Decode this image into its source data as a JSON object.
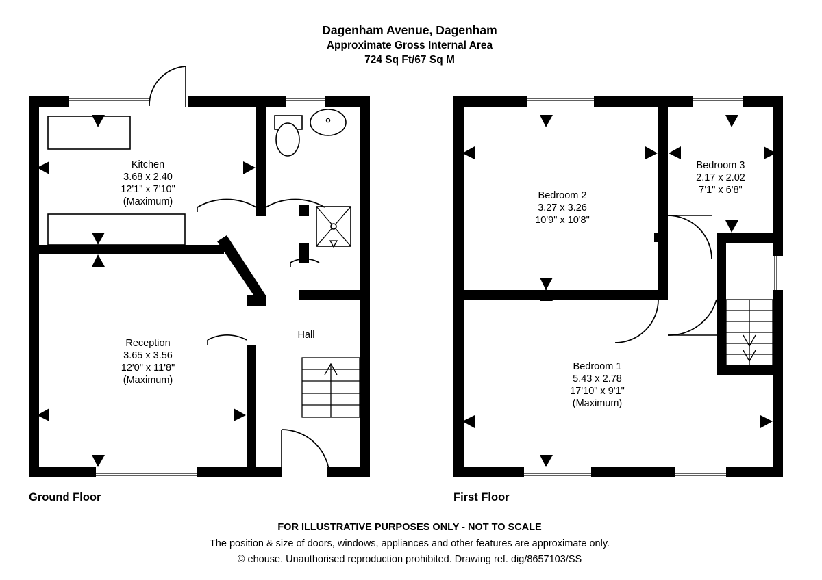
{
  "header": {
    "address": "Dagenham Avenue, Dagenham",
    "area_label": "Approximate Gross Internal Area",
    "area_value": "724 Sq Ft/67 Sq M"
  },
  "floors": [
    {
      "key": "ground",
      "label": "Ground Floor",
      "rooms": [
        {
          "name": "Kitchen",
          "metric": "3.68 x 2.40",
          "imperial": "12'1\" x 7'10\"",
          "note": "(Maximum)"
        },
        {
          "name": "Reception",
          "metric": "3.65 x 3.56",
          "imperial": "12'0\" x 11'8\"",
          "note": "(Maximum)"
        },
        {
          "name": "Hall",
          "metric": "",
          "imperial": "",
          "note": ""
        }
      ]
    },
    {
      "key": "first",
      "label": "First Floor",
      "rooms": [
        {
          "name": "Bedroom 2",
          "metric": "3.27 x 3.26",
          "imperial": "10'9\" x 10'8\"",
          "note": ""
        },
        {
          "name": "Bedroom 3",
          "metric": "2.17 x 2.02",
          "imperial": "7'1\" x 6'8\"",
          "note": ""
        },
        {
          "name": "Bedroom 1",
          "metric": "5.43 x 2.78",
          "imperial": "17'10\" x 9'1\"",
          "note": "(Maximum)"
        }
      ]
    }
  ],
  "ground_labels": {
    "kitchen_name": "Kitchen",
    "kitchen_metric": "3.68 x 2.40",
    "kitchen_imperial": "12'1\" x 7'10\"",
    "kitchen_note": "(Maximum)",
    "reception_name": "Reception",
    "reception_metric": "3.65 x 3.56",
    "reception_imperial": "12'0\" x 11'8\"",
    "reception_note": "(Maximum)",
    "hall_name": "Hall",
    "floor_label": "Ground Floor"
  },
  "first_labels": {
    "bed2_name": "Bedroom 2",
    "bed2_metric": "3.27 x 3.26",
    "bed2_imperial": "10'9\" x 10'8\"",
    "bed3_name": "Bedroom 3",
    "bed3_metric": "2.17 x 2.02",
    "bed3_imperial": "7'1\" x 6'8\"",
    "bed1_name": "Bedroom 1",
    "bed1_metric": "5.43 x 2.78",
    "bed1_imperial": "17'10\" x 9'1\"",
    "bed1_note": "(Maximum)",
    "floor_label": "First Floor"
  },
  "fixtures": {
    "wc": "toilet-fixture",
    "basin": "wash-basin-fixture",
    "shower": "shower-cubicle-fixture",
    "stairs_up": "staircase-up",
    "stairs_down": "staircase-down",
    "worktop": "kitchen-worktop"
  },
  "footer": {
    "line1": "FOR ILLUSTRATIVE PURPOSES ONLY - NOT TO SCALE",
    "line2": "The position & size of doors, windows, appliances and other features are approximate only.",
    "line3": "© ehouse. Unauthorised reproduction prohibited. Drawing ref. dig/8657103/SS"
  },
  "colors": {
    "wall": "#000000",
    "background": "#ffffff",
    "line": "#000000"
  }
}
